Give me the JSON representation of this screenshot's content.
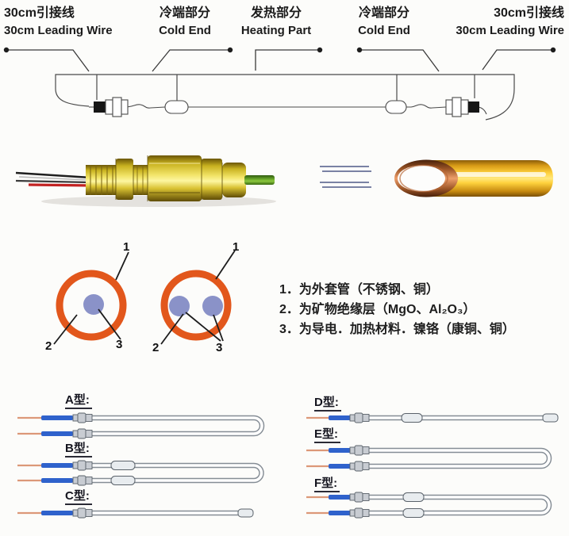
{
  "top_diagram": {
    "labels": [
      {
        "zh": "30cm引接线",
        "en": "30cm Leading Wire"
      },
      {
        "zh": "冷端部分",
        "en": "Cold End"
      },
      {
        "zh": "发热部分",
        "en": "Heating Part"
      },
      {
        "zh": "冷端部分",
        "en": "Cold End"
      },
      {
        "zh": "30cm引接线",
        "en": "30cm Leading Wire"
      }
    ]
  },
  "cross_sections": {
    "callouts_left": [
      "1",
      "2",
      "3"
    ],
    "callouts_right": [
      "1",
      "2",
      "3"
    ],
    "notes": [
      "1．为外套管（不锈钢、铜）",
      "2．为矿物绝缘层（MgO、Al₂O₃）",
      "3．为导电．加热材料．镍铬（康铜、铜）"
    ]
  },
  "cable_types": [
    {
      "label": "A型:"
    },
    {
      "label": "B型:"
    },
    {
      "label": "C型:"
    },
    {
      "label": "D型:"
    },
    {
      "label": "E型:"
    },
    {
      "label": "F型:"
    }
  ],
  "colors": {
    "sheath_ring_orange": "#e2571c",
    "core_dot_blue": "#8a92c8",
    "lead_sleeve_blue": "#2f62cc",
    "lead_wire_pink": "#dc9878",
    "tube_gray": "#858d95",
    "brass_yellow": "#d8c22a",
    "copper_gold": "#ffd23e",
    "wire_red": "#c22222",
    "cable_green": "#6fae2c"
  }
}
